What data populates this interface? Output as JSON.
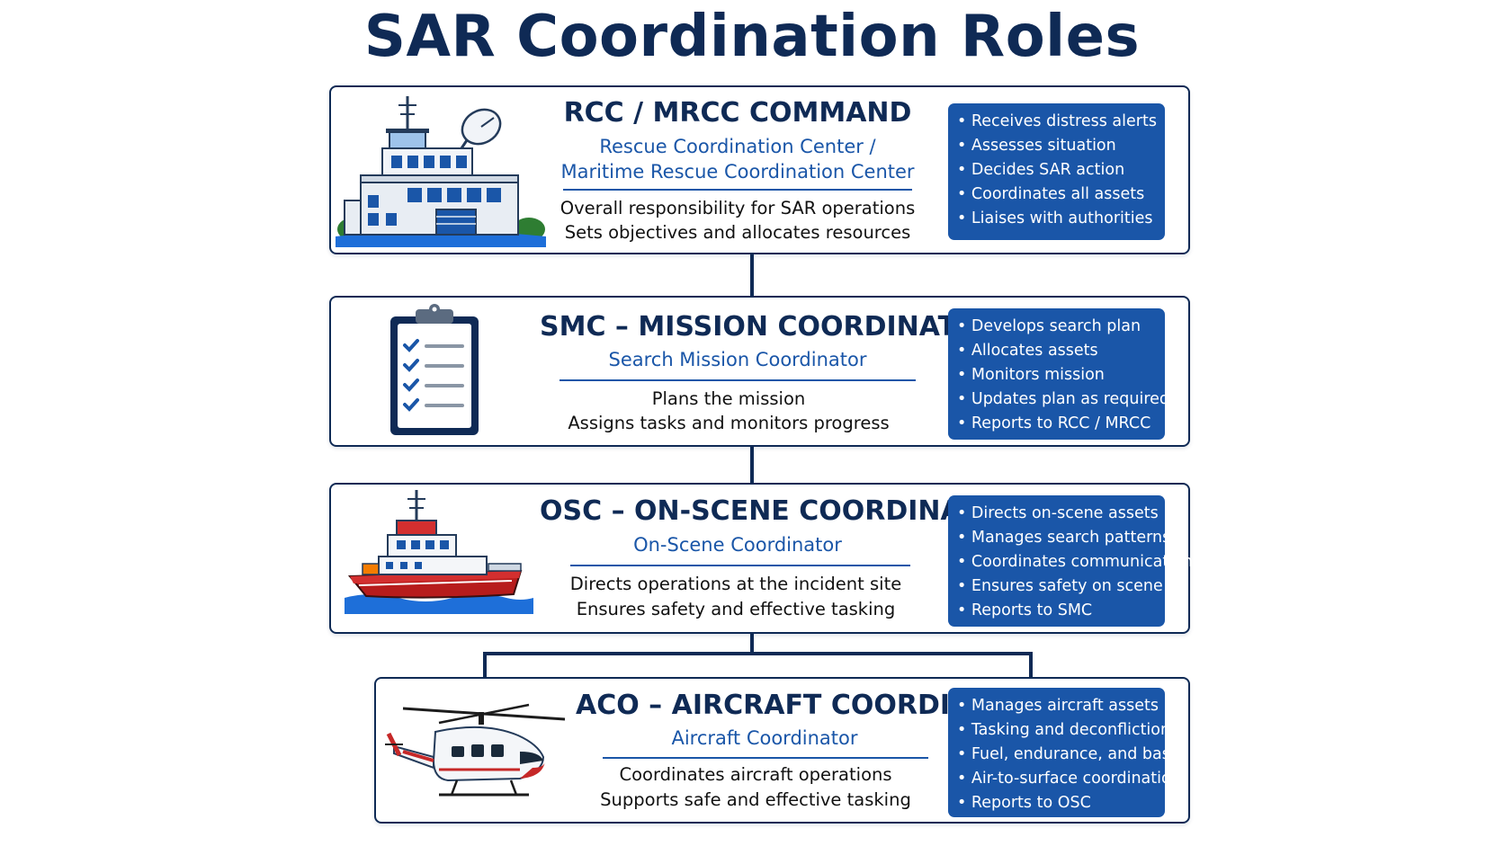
{
  "title": "SAR Coordination Roles",
  "colors": {
    "navy": "#0f2a55",
    "accent_blue": "#1a56a8",
    "ship_red": "#b71c1c"
  },
  "roles": [
    {
      "icon": "rescue-center-building-icon",
      "heading": "RCC / MRCC COMMAND",
      "subtitle": [
        "Rescue Coordination Center /",
        "Maritime Rescue Coordination Center"
      ],
      "description": [
        "Overall responsibility for SAR operations",
        "Sets objectives and allocates resources"
      ],
      "duties": [
        "Receives distress alerts",
        "Assesses situation",
        "Decides SAR action",
        "Coordinates all assets",
        "Liaises with authorities"
      ]
    },
    {
      "icon": "clipboard-checklist-icon",
      "heading": "SMC – MISSION COORDINATOR",
      "subtitle": [
        "Search Mission Coordinator"
      ],
      "description": [
        "Plans the mission",
        "Assigns tasks and monitors progress"
      ],
      "duties": [
        "Develops search plan",
        "Allocates assets",
        "Monitors mission",
        "Updates plan as required",
        "Reports to RCC / MRCC"
      ]
    },
    {
      "icon": "rescue-ship-icon",
      "heading": "OSC – ON-SCENE COORDINATOR",
      "subtitle": [
        "On-Scene Coordinator"
      ],
      "description": [
        "Directs operations at the incident site",
        "Ensures safety and effective tasking"
      ],
      "duties": [
        "Directs on-scene assets",
        "Manages search patterns",
        "Coordinates communications",
        "Ensures safety on scene",
        "Reports to SMC"
      ]
    },
    {
      "icon": "helicopter-icon",
      "heading": "ACO – AIRCRAFT COORDINATOR",
      "subtitle": [
        "Aircraft Coordinator"
      ],
      "description": [
        "Coordinates aircraft operations",
        "Supports safe and effective tasking"
      ],
      "duties": [
        "Manages aircraft assets",
        "Tasking and deconfliction",
        "Fuel, endurance, and base",
        "Air-to-surface coordination",
        "Reports to OSC"
      ]
    }
  ]
}
